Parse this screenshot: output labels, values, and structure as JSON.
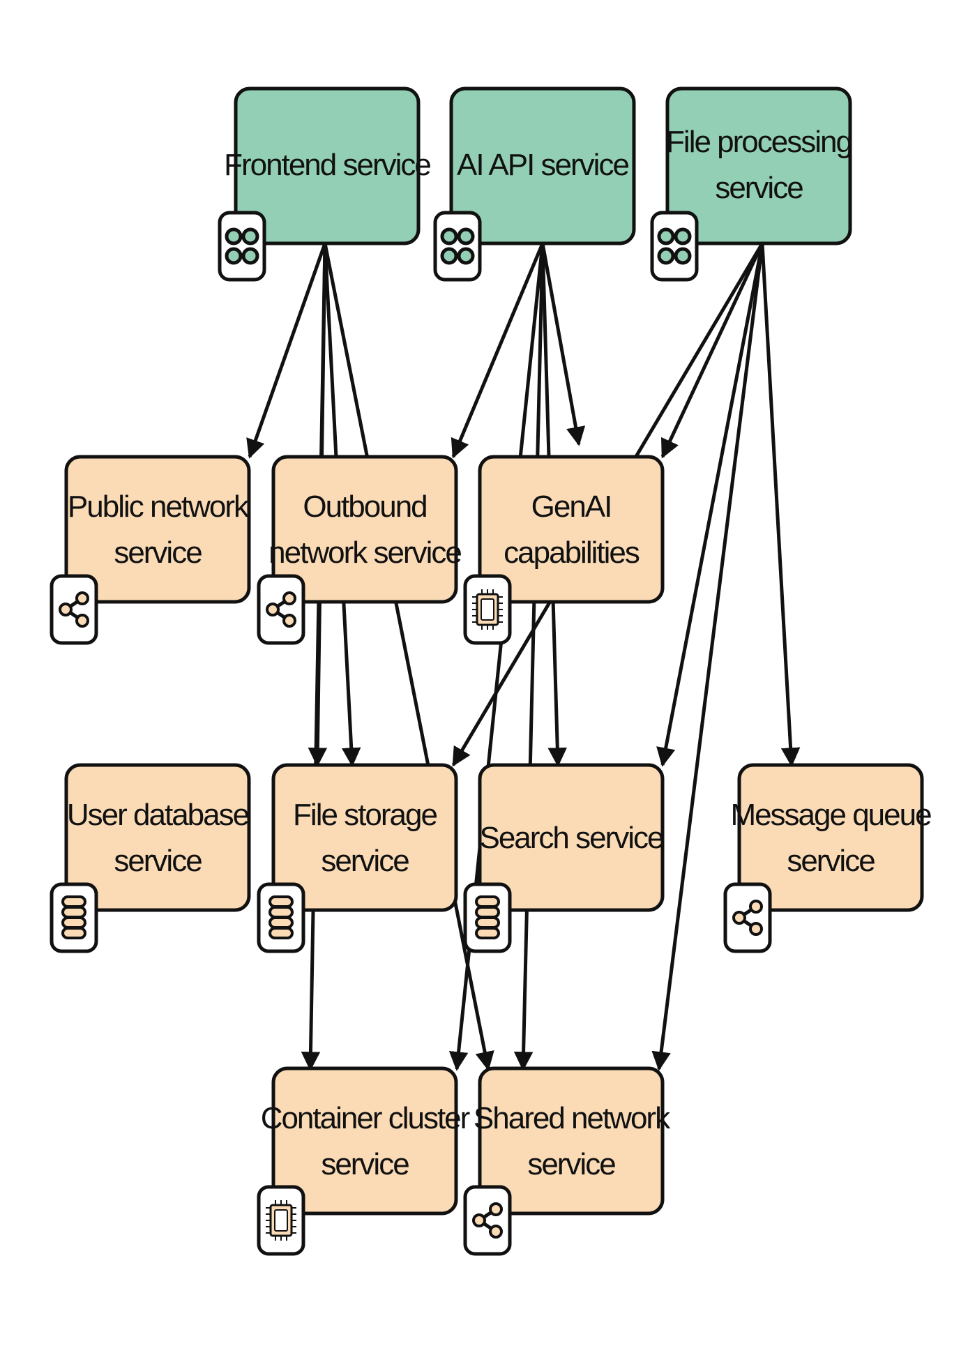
{
  "diagram": {
    "type": "service-dependency-graph",
    "colors": {
      "consumer_fill": "#93cfb4",
      "provider_fill": "#fadbb6",
      "outline": "#111111",
      "badge_fill": "#ffffff"
    },
    "nodes": [
      {
        "id": "frontend",
        "lines": [
          "Frontend service"
        ],
        "kind": "consumer",
        "icon": "grid-icon"
      },
      {
        "id": "ai_api",
        "lines": [
          "AI API service"
        ],
        "kind": "consumer",
        "icon": "grid-icon"
      },
      {
        "id": "file_processing",
        "lines": [
          "File processing",
          "service"
        ],
        "kind": "consumer",
        "icon": "grid-icon"
      },
      {
        "id": "public_network",
        "lines": [
          "Public network",
          "service"
        ],
        "kind": "provider",
        "icon": "share-icon"
      },
      {
        "id": "outbound_network",
        "lines": [
          "Outbound",
          "network service"
        ],
        "kind": "provider",
        "icon": "share-icon"
      },
      {
        "id": "genai",
        "lines": [
          "GenAI",
          "capabilities"
        ],
        "kind": "provider",
        "icon": "chip-icon"
      },
      {
        "id": "user_db",
        "lines": [
          "User database",
          "service"
        ],
        "kind": "provider",
        "icon": "database-icon"
      },
      {
        "id": "file_storage",
        "lines": [
          "File storage",
          "service"
        ],
        "kind": "provider",
        "icon": "database-icon"
      },
      {
        "id": "search",
        "lines": [
          "Search service"
        ],
        "kind": "provider",
        "icon": "database-icon"
      },
      {
        "id": "message_queue",
        "lines": [
          "Message queue",
          "service"
        ],
        "kind": "provider",
        "icon": "share-icon"
      },
      {
        "id": "container_cluster",
        "lines": [
          "Container cluster",
          "service"
        ],
        "kind": "provider",
        "icon": "chip-icon"
      },
      {
        "id": "shared_network",
        "lines": [
          "Shared network",
          "service"
        ],
        "kind": "provider",
        "icon": "share-icon"
      }
    ],
    "edges": [
      {
        "from": "frontend",
        "to": "public_network"
      },
      {
        "from": "frontend",
        "to": "user_db"
      },
      {
        "from": "frontend",
        "to": "file_storage"
      },
      {
        "from": "frontend",
        "to": "container_cluster"
      },
      {
        "from": "frontend",
        "to": "shared_network"
      },
      {
        "from": "ai_api",
        "to": "outbound_network"
      },
      {
        "from": "ai_api",
        "to": "genai"
      },
      {
        "from": "ai_api",
        "to": "search"
      },
      {
        "from": "ai_api",
        "to": "container_cluster"
      },
      {
        "from": "ai_api",
        "to": "shared_network"
      },
      {
        "from": "file_processing",
        "to": "genai"
      },
      {
        "from": "file_processing",
        "to": "file_storage"
      },
      {
        "from": "file_processing",
        "to": "search"
      },
      {
        "from": "file_processing",
        "to": "message_queue"
      },
      {
        "from": "file_processing",
        "to": "shared_network"
      }
    ]
  }
}
